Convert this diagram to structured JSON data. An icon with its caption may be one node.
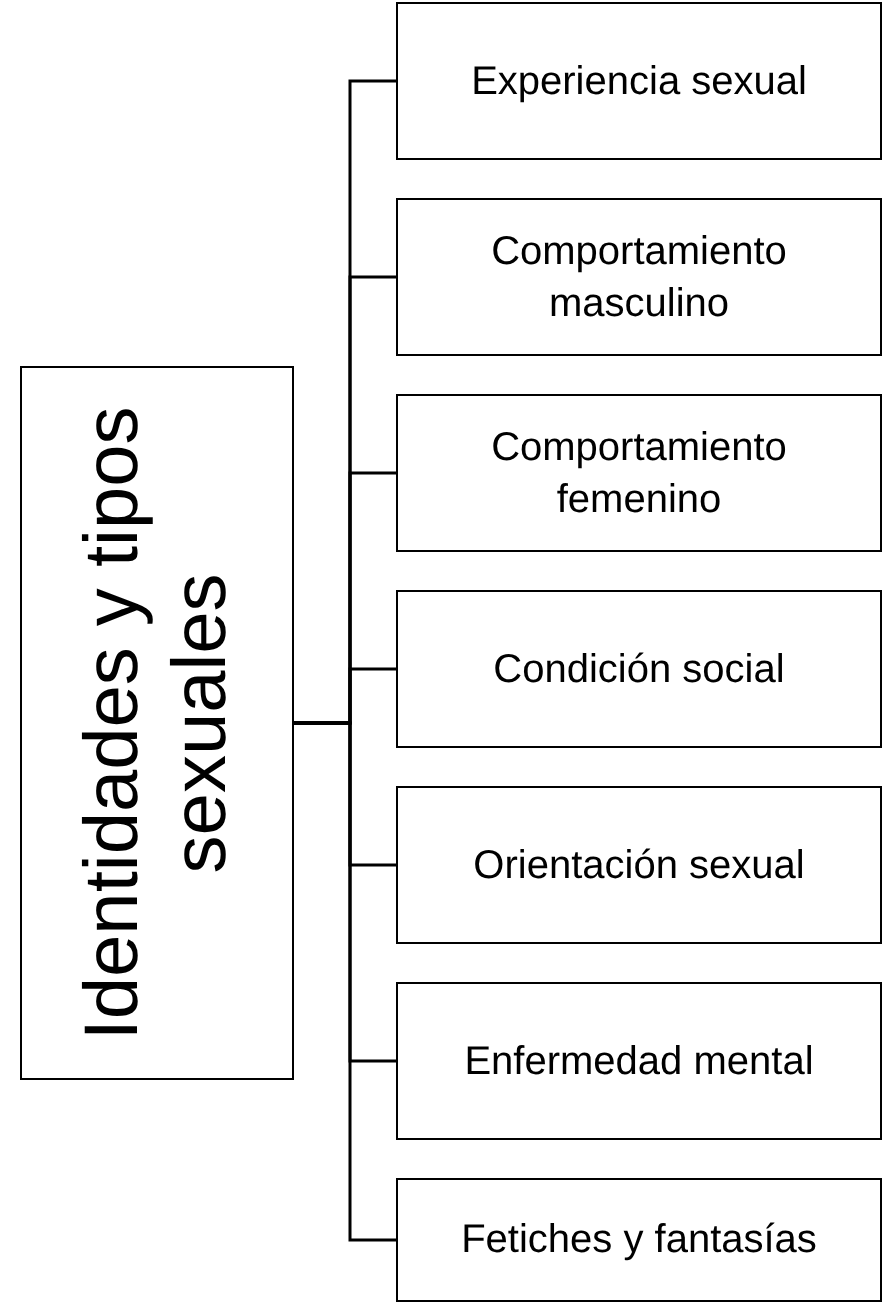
{
  "diagram": {
    "nodes": [
      {
        "text": [
          "Identidades y tipos sexuales"
        ]
      },
      {
        "text": [
          "Experiencia sexual"
        ]
      },
      {
        "text": [
          "Comportamiento masculino"
        ]
      },
      {
        "text": [
          "Comportamiento femenino"
        ]
      },
      {
        "text": [
          "Condición social"
        ]
      },
      {
        "text": [
          "Orientación sexual"
        ]
      },
      {
        "text": [
          "Enfermedad mental"
        ]
      },
      {
        "text": [
          "Fetiches y fantasías"
        ]
      }
    ],
    "edges": [
      {
        "from": 0,
        "to": 1,
        "arrow": "none"
      },
      {
        "from": 0,
        "to": 2,
        "arrow": "none"
      },
      {
        "from": 0,
        "to": 3,
        "arrow": "none"
      },
      {
        "from": 0,
        "to": 4,
        "arrow": "none"
      },
      {
        "from": 0,
        "to": 5,
        "arrow": "none"
      },
      {
        "from": 0,
        "to": 6,
        "arrow": "none"
      },
      {
        "from": 0,
        "to": 7,
        "arrow": "none"
      }
    ]
  }
}
